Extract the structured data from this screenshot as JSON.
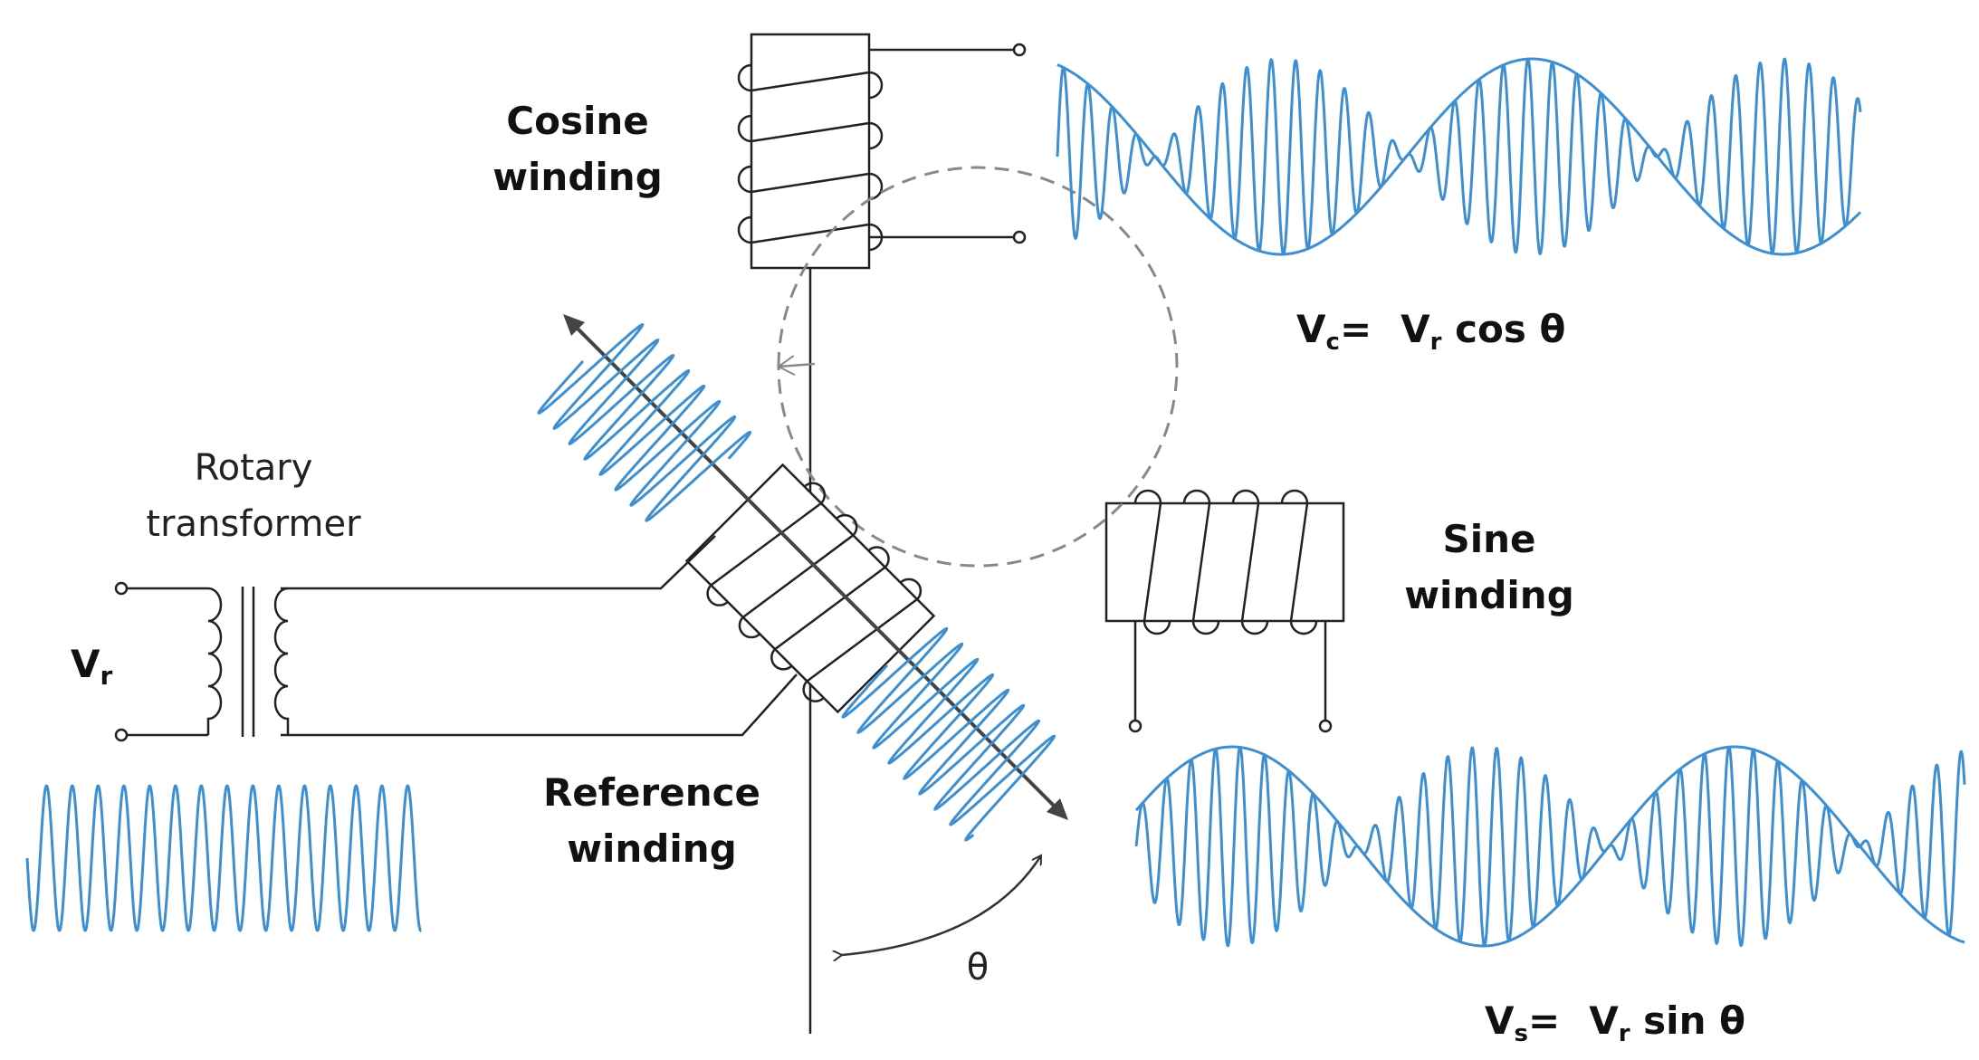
{
  "labels": {
    "cosine_winding": [
      "Cosine",
      "winding"
    ],
    "sine_winding": [
      "Sine",
      "winding"
    ],
    "reference_winding": [
      "Reference",
      "winding"
    ],
    "rotary_transformer": [
      "Rotary",
      "transformer"
    ],
    "input_voltage": {
      "main": "V",
      "sub": "r"
    },
    "theta": "θ",
    "cos_equation": {
      "lhs_main": "V",
      "lhs_sub": "c",
      "eq": "=",
      "rhs_main": "V",
      "rhs_sub": "r",
      "rhs_tail": " cos θ"
    },
    "sin_equation": {
      "lhs_main": "V",
      "lhs_sub": "s",
      "eq": "=",
      "rhs_main": "V",
      "rhs_sub": "r",
      "rhs_tail": " sin θ"
    }
  },
  "colors": {
    "wave": "#3d8fd1",
    "line": "#222222",
    "dashed_circle": "#888888"
  }
}
